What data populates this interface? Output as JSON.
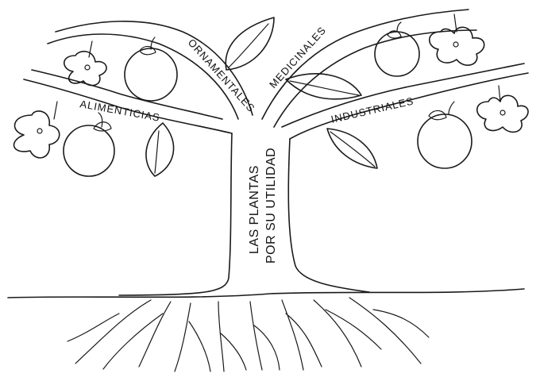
{
  "diagram": {
    "title_line1": "LAS PLANTAS",
    "title_line2": "POR SU UTILIDAD",
    "branches": {
      "alimenticias": "ALIMENTICIAS",
      "ornamentales": "ORNAMENTALES",
      "medicinales": "MEDICINALES",
      "industriales": "INDUSTRIALES"
    }
  },
  "colors": {
    "ink": "#1a1a1a",
    "paper": "#ffffff"
  },
  "icons": [
    "apple-icon",
    "leaf-icon",
    "flower-icon"
  ]
}
